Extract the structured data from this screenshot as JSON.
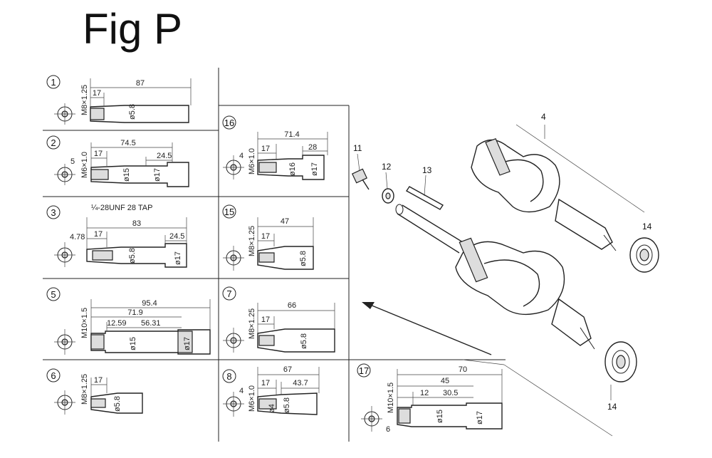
{
  "figure": {
    "title": "Fig P"
  },
  "panels": [
    {
      "id": "p1",
      "num": "1",
      "thread": "M8×1.25",
      "dims": [
        "87",
        "17"
      ],
      "dia": [
        "ø5.8"
      ]
    },
    {
      "id": "p2",
      "num": "2",
      "thread": "M6×1.0",
      "dims": [
        "74.5",
        "17",
        "24.5",
        "5"
      ],
      "dia": [
        "ø15",
        "ø17"
      ]
    },
    {
      "id": "p3",
      "num": "3",
      "tap": "¼-28UNF 28 TAP",
      "dims": [
        "83",
        "17",
        "24.5",
        "4.78"
      ],
      "dia": [
        "ø5.8",
        "ø17"
      ]
    },
    {
      "id": "p5",
      "num": "5",
      "thread": "M10×1.5",
      "dims": [
        "95.4",
        "71.9",
        "12.59",
        "56.31"
      ],
      "dia": [
        "ø15",
        "ø17"
      ]
    },
    {
      "id": "p6",
      "num": "6",
      "thread": "M8×1.25",
      "dims": [
        "17"
      ],
      "dia": [
        "ø5.8"
      ]
    },
    {
      "id": "p16",
      "num": "16",
      "thread": "M6×1.0",
      "dims": [
        "71.4",
        "17",
        "28",
        "4"
      ],
      "dia": [
        "ø16",
        "ø17"
      ]
    },
    {
      "id": "p15",
      "num": "15",
      "thread": "M8×1.25",
      "dims": [
        "47",
        "17"
      ],
      "dia": [
        "ø5.8"
      ]
    },
    {
      "id": "p7",
      "num": "7",
      "thread": "M8×1.25",
      "dims": [
        "66",
        "17"
      ],
      "dia": [
        "ø5.8"
      ]
    },
    {
      "id": "p8",
      "num": "8",
      "thread": "M6×1.0",
      "dims": [
        "67",
        "17",
        "43.7",
        "4"
      ],
      "dia": [
        "ø4",
        "ø5.8"
      ]
    },
    {
      "id": "p17",
      "num": "17",
      "thread": "M10×1.5",
      "dims": [
        "70",
        "45",
        "12",
        "30.5",
        "6"
      ],
      "dia": [
        "ø15",
        "ø17"
      ]
    }
  ],
  "callouts": [
    "4",
    "11",
    "12",
    "13",
    "14",
    "14"
  ]
}
